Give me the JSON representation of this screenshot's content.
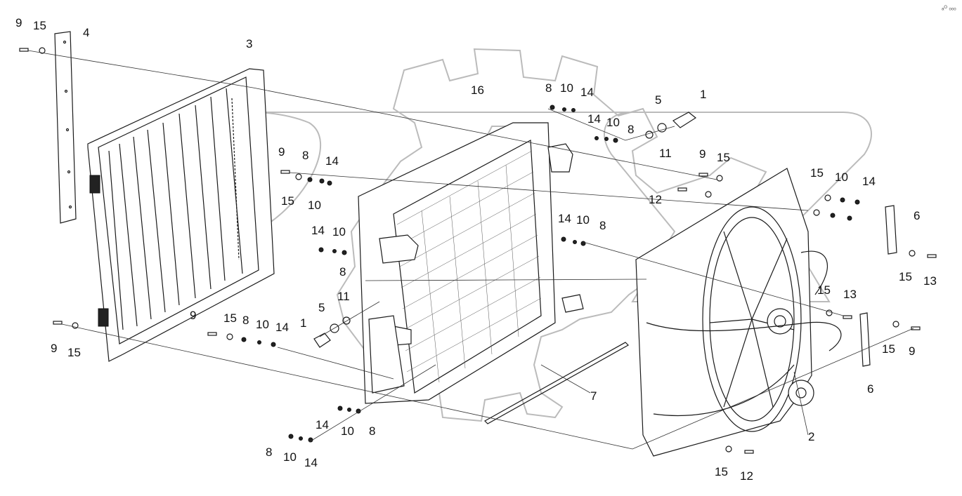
{
  "diagram": {
    "corner_mark": "ₐᴼ ₒₒₒ",
    "callouts": [
      {
        "id": "c1",
        "text": "9"
      },
      {
        "id": "c2",
        "text": "15"
      },
      {
        "id": "c3",
        "text": "4"
      },
      {
        "id": "c4",
        "text": "3"
      },
      {
        "id": "c5",
        "text": "16"
      },
      {
        "id": "c6",
        "text": "8"
      },
      {
        "id": "c7",
        "text": "10"
      },
      {
        "id": "c8",
        "text": "14"
      },
      {
        "id": "c9",
        "text": "5"
      },
      {
        "id": "c10",
        "text": "1"
      },
      {
        "id": "c11",
        "text": "14"
      },
      {
        "id": "c12",
        "text": "10"
      },
      {
        "id": "c13",
        "text": "8"
      },
      {
        "id": "c14",
        "text": "11"
      },
      {
        "id": "c15",
        "text": "9"
      },
      {
        "id": "c16",
        "text": "15"
      },
      {
        "id": "c17",
        "text": "9"
      },
      {
        "id": "c18",
        "text": "8"
      },
      {
        "id": "c19",
        "text": "14"
      },
      {
        "id": "c20",
        "text": "15"
      },
      {
        "id": "c21",
        "text": "10"
      },
      {
        "id": "c22",
        "text": "12"
      },
      {
        "id": "c23",
        "text": "15"
      },
      {
        "id": "c24",
        "text": "10"
      },
      {
        "id": "c25",
        "text": "14"
      },
      {
        "id": "c26",
        "text": "14"
      },
      {
        "id": "c27",
        "text": "10"
      },
      {
        "id": "c28",
        "text": "8"
      },
      {
        "id": "c29",
        "text": "6"
      },
      {
        "id": "c30",
        "text": "14"
      },
      {
        "id": "c31",
        "text": "10"
      },
      {
        "id": "c32",
        "text": "8"
      },
      {
        "id": "c33",
        "text": "15"
      },
      {
        "id": "c34",
        "text": "13"
      },
      {
        "id": "c35",
        "text": "5"
      },
      {
        "id": "c36",
        "text": "11"
      },
      {
        "id": "c37",
        "text": "1"
      },
      {
        "id": "c38",
        "text": "15"
      },
      {
        "id": "c39",
        "text": "13"
      },
      {
        "id": "c40",
        "text": "9"
      },
      {
        "id": "c41",
        "text": "15"
      },
      {
        "id": "c42",
        "text": "9"
      },
      {
        "id": "c43",
        "text": "15"
      },
      {
        "id": "c44",
        "text": "8"
      },
      {
        "id": "c45",
        "text": "10"
      },
      {
        "id": "c46",
        "text": "14"
      },
      {
        "id": "c47",
        "text": "15"
      },
      {
        "id": "c48",
        "text": "9"
      },
      {
        "id": "c49",
        "text": "6"
      },
      {
        "id": "c50",
        "text": "7"
      },
      {
        "id": "c51",
        "text": "14"
      },
      {
        "id": "c52",
        "text": "10"
      },
      {
        "id": "c53",
        "text": "8"
      },
      {
        "id": "c54",
        "text": "8"
      },
      {
        "id": "c55",
        "text": "10"
      },
      {
        "id": "c56",
        "text": "14"
      },
      {
        "id": "c57",
        "text": "2"
      },
      {
        "id": "c58",
        "text": "15"
      },
      {
        "id": "c59",
        "text": "12"
      }
    ]
  }
}
